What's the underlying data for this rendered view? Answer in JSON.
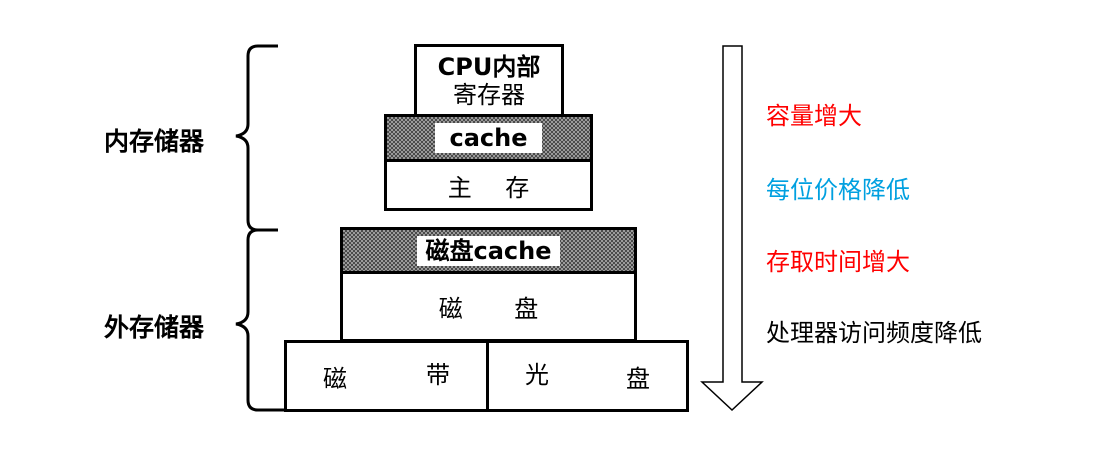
{
  "left_labels": {
    "internal": "内存储器",
    "external": "外存储器"
  },
  "pyramid": {
    "cpu_registers": {
      "line1": "CPU内部",
      "line2": "寄存器"
    },
    "cache": "cache",
    "main_memory": {
      "a": "主",
      "b": "存"
    },
    "disk_cache": "磁盘cache",
    "disk": {
      "a": "磁",
      "b": "盘"
    },
    "tape": {
      "a": "磁",
      "b": "带"
    },
    "optical": {
      "a": "光",
      "b": "盘"
    }
  },
  "properties": [
    {
      "text": "容量增大",
      "color": "#ff0000"
    },
    {
      "text": "每位价格降低",
      "color": "#00a0e0"
    },
    {
      "text": "存取时间增大",
      "color": "#ff0000"
    },
    {
      "text": "处理器访问频度降低",
      "color": "#000000"
    }
  ],
  "arrow": {
    "direction": "down"
  }
}
